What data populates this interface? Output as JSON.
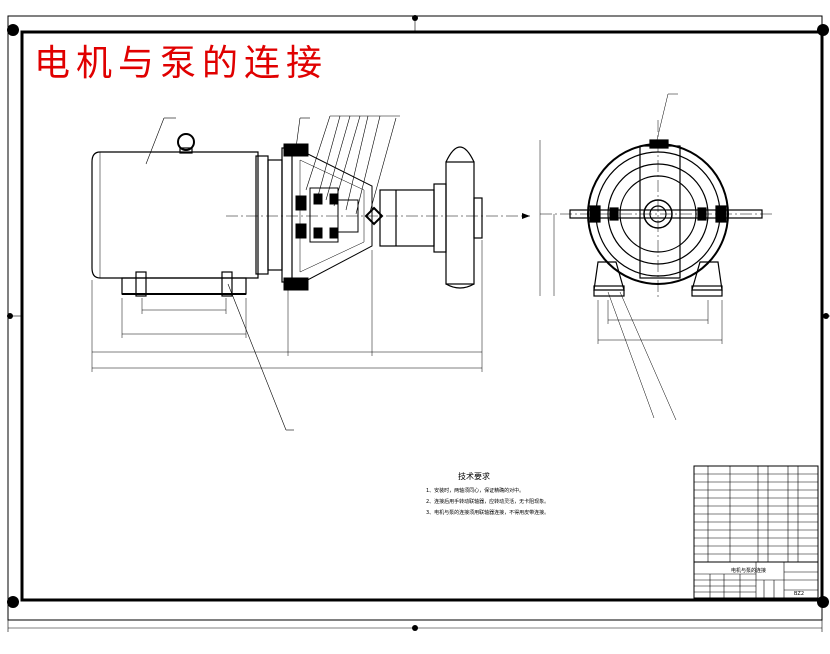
{
  "drawing": {
    "title": "电机与泵的连接",
    "accent_color": "#e00000",
    "line_color": "#000000"
  },
  "technical_requirements": {
    "heading": "技术要求",
    "notes": [
      "1、安装时，两轴须同心，保证精确的对中。",
      "2、连接后用手转动联轴器，应转动灵活，无卡阻现象。",
      "3、电机与泵的连接须用联轴器连接，不得用皮带连接。"
    ]
  },
  "title_block": {
    "code": "BZ2",
    "part_name": "电机与泵的连接"
  }
}
